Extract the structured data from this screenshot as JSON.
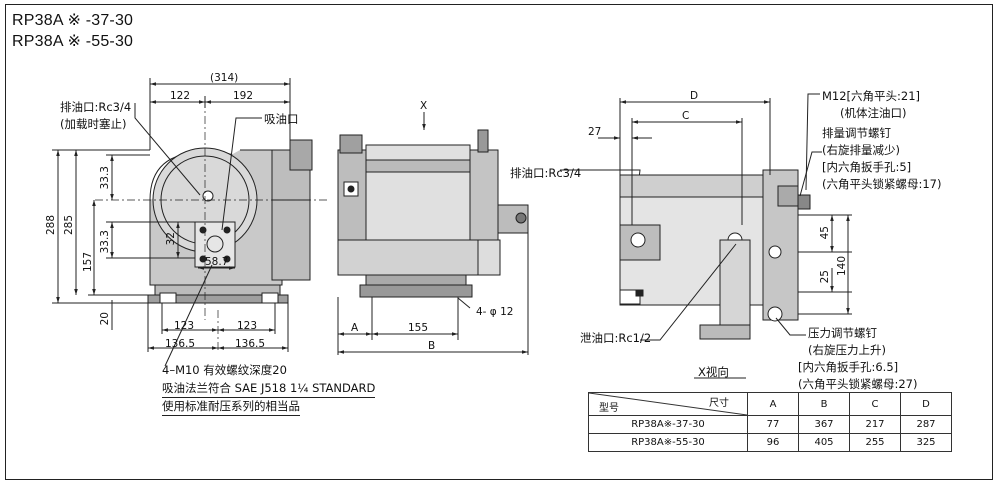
{
  "titles": [
    "RP38A ※ -37-30",
    "RP38A ※ -55-30"
  ],
  "front_view": {
    "dims_top": {
      "overall": "(314)",
      "left": "122",
      "right": "192"
    },
    "dims_left": {
      "d288": "288",
      "d285": "285",
      "d157": "157",
      "d33a": "33.3",
      "d33b": "33.3",
      "d20": "20",
      "d32": "32"
    },
    "port_dim": "58.7",
    "dims_bottom": {
      "a1": "123",
      "a2": "123",
      "b1": "136.5",
      "b2": "136.5"
    },
    "callouts": {
      "discharge": "排油口:Rc3/4",
      "discharge_note": "(加载时塞止)",
      "suction": "吸油口"
    },
    "notes": [
      "4–M10 有效螺纹深度20",
      "吸油法兰符合 SAE J518 1¼ STANDARD",
      "使用标准耐压系列的相当品"
    ]
  },
  "side_view": {
    "view_marker": "X",
    "discharge": "排油口:Rc3/4",
    "mount_holes": "4- φ 12",
    "dims": {
      "A": "A",
      "d155": "155",
      "B": "B"
    }
  },
  "right_view": {
    "dims": {
      "D": "D",
      "C": "C",
      "d27": "27",
      "d45": "45",
      "d140": "140",
      "d25": "25"
    },
    "callouts": {
      "m12": "M12[六角平头:21]",
      "m12_note": "(机体注油口)",
      "flow_screw": "排量调节螺钉",
      "flow_note": "(右旋排量减少)",
      "flow_hex": "[内六角扳手孔:5]",
      "flow_nut": "(六角平头锁紧螺母:17)",
      "drain": "泄油口:Rc1/2",
      "press_screw": "压力调节螺钉",
      "press_note": "(右旋压力上升)",
      "press_hex": "[内六角扳手孔:6.5]",
      "press_nut": "(六角平头锁紧螺母:27)"
    },
    "x_view": "X视向"
  },
  "table": {
    "corner_top": "尺寸",
    "corner_bottom": "型号",
    "columns": [
      "A",
      "B",
      "C",
      "D"
    ],
    "rows": [
      {
        "model": "RP38A※-37-30",
        "values": [
          "77",
          "367",
          "217",
          "287"
        ]
      },
      {
        "model": "RP38A※-55-30",
        "values": [
          "96",
          "405",
          "255",
          "325"
        ]
      }
    ]
  }
}
